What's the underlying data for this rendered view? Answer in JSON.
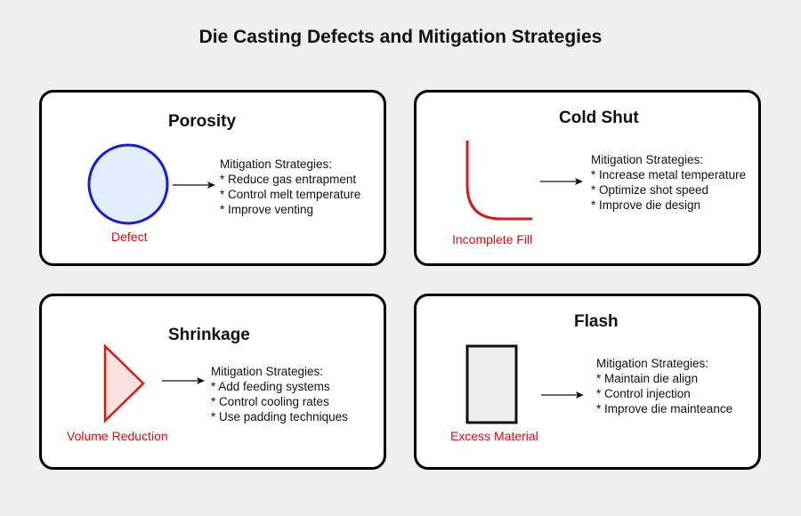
{
  "title": "Die Casting Defects and Mitigation Strategies",
  "panels": [
    {
      "title": "Porosity",
      "label": "Defect",
      "heading": "Mitigation Strategies:",
      "items": [
        "* Reduce gas entrapment",
        "* Control melt temperature",
        "* Improve venting"
      ]
    },
    {
      "title": "Cold Shut",
      "label": "Incomplete Fill",
      "heading": "Mitigation Strategies:",
      "items": [
        "* Increase metal temperature",
        "* Optimize shot speed",
        "* Improve die design"
      ]
    },
    {
      "title": "Shrinkage",
      "label": "Volume Reduction",
      "heading": "Mitigation Strategies:",
      "items": [
        "* Add feeding systems",
        "* Control cooling rates",
        "* Use padding techniques"
      ]
    },
    {
      "title": "Flash",
      "label": "Excess Material",
      "heading": "Mitigation Strategies:",
      "items": [
        "* Maintain die align",
        "* Control injection",
        "* Improve die mainteance"
      ]
    }
  ],
  "colors": {
    "defect_red": "#d01010",
    "circle_stroke": "#1a1adb",
    "circle_fill": "#e3eefc",
    "triangle_fill": "#fbe0e0",
    "rect_fill": "#eeeeee"
  }
}
